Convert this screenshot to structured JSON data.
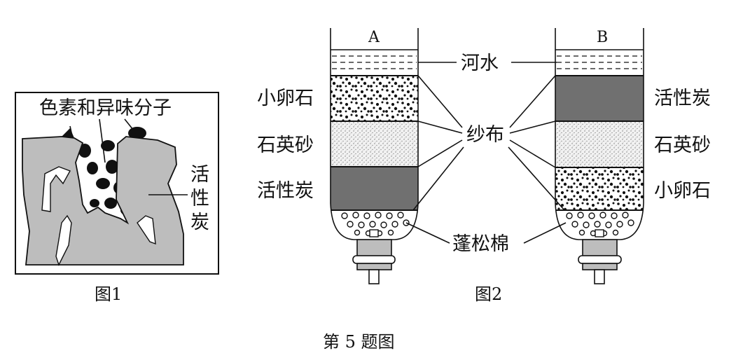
{
  "figure1": {
    "label_molecules": "色素和异味分子",
    "label_carbon": [
      "活",
      "性",
      "炭"
    ],
    "caption": "图1"
  },
  "figure2": {
    "bottle_a": "A",
    "bottle_b": "B",
    "left_labels": [
      "小卵石",
      "石英砂",
      "活性炭"
    ],
    "right_labels": [
      "活性炭",
      "石英砂",
      "小卵石"
    ],
    "center_labels": [
      "河水",
      "纱布",
      "蓬松棉"
    ],
    "caption": "图2"
  },
  "page_caption": "第 5 题图",
  "colors": {
    "carbon_gray": "#bdbdbd",
    "dark_layer": "#707070",
    "sand": "#e6e6e6"
  }
}
